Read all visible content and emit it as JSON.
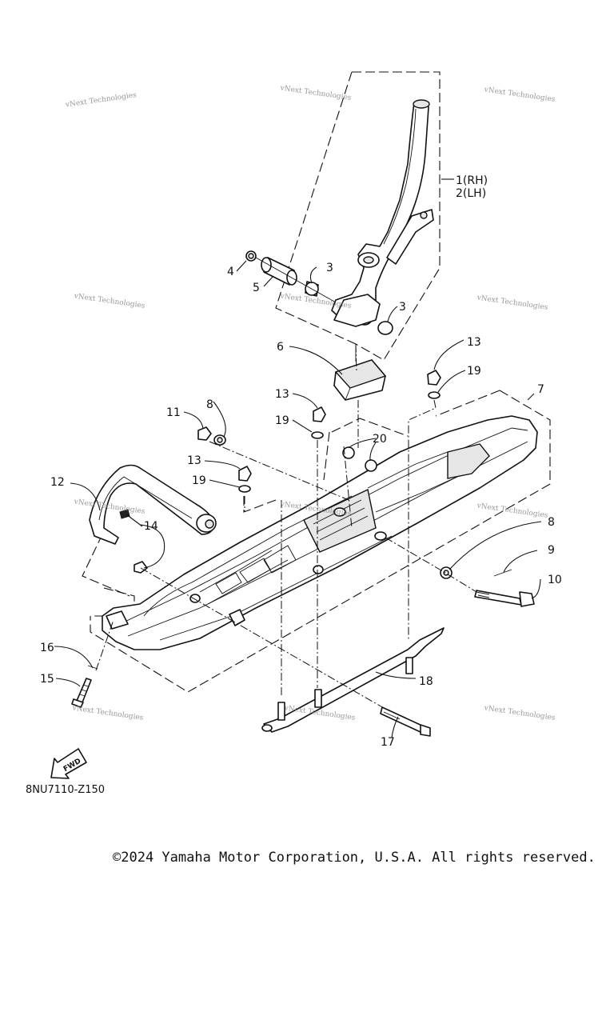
{
  "callouts": [
    {
      "label": "1(RH)"
    },
    {
      "label": "2(LH)"
    },
    {
      "label": "3"
    },
    {
      "label": "3"
    },
    {
      "label": "4"
    },
    {
      "label": "5"
    },
    {
      "label": "6"
    },
    {
      "label": "7"
    },
    {
      "label": "8"
    },
    {
      "label": "8"
    },
    {
      "label": "9"
    },
    {
      "label": "10"
    },
    {
      "label": "11"
    },
    {
      "label": "12"
    },
    {
      "label": "13"
    },
    {
      "label": "13"
    },
    {
      "label": "13"
    },
    {
      "label": "14"
    },
    {
      "label": "15"
    },
    {
      "label": "16"
    },
    {
      "label": "17"
    },
    {
      "label": "18"
    },
    {
      "label": "19"
    },
    {
      "label": "19"
    },
    {
      "label": "19"
    },
    {
      "label": "20"
    }
  ],
  "watermark": "vNext Technologies",
  "fwd_label": "FWD",
  "diagram_code": "8NU7110-Z150",
  "copyright": "©2024 Yamaha Motor Corporation, U.S.A. All rights reserved."
}
